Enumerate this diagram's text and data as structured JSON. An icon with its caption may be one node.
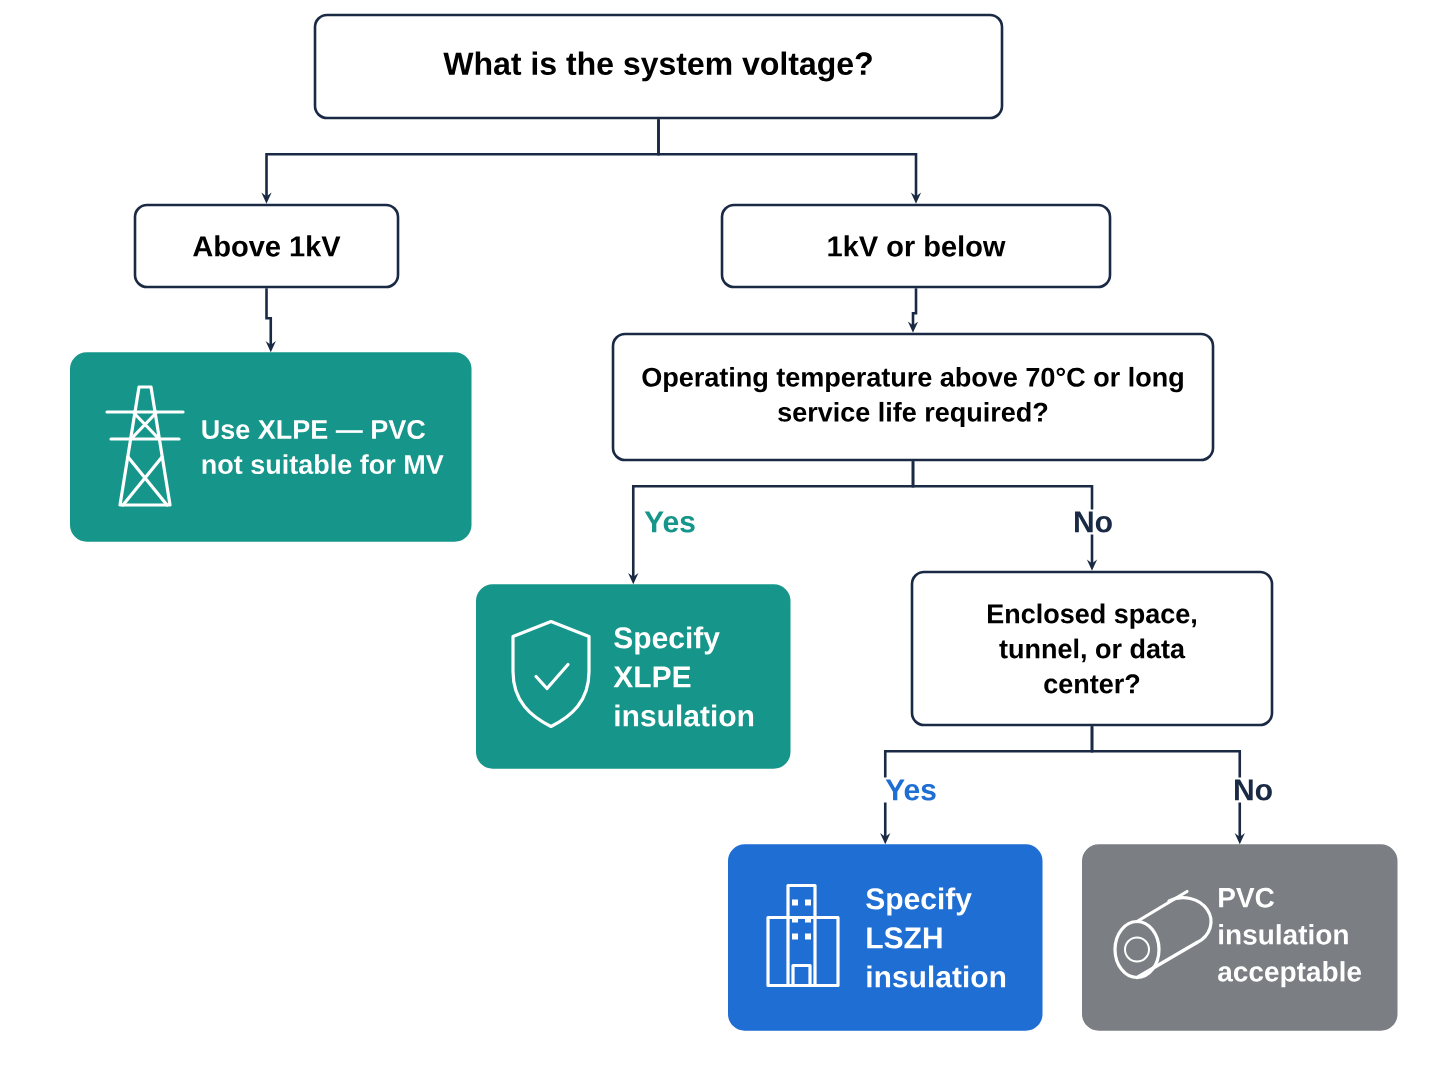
{
  "diagram": {
    "nodes": [
      {
        "text": [
          "What is the system voltage?"
        ]
      },
      {
        "text": [
          "Above 1kV"
        ]
      },
      {
        "text": [
          "1kV or below"
        ]
      },
      {
        "text": [
          "Use XLPE — PVC not suitable for MV"
        ]
      },
      {
        "text": [
          "Operating temperature above 70°C or long service life required?"
        ]
      },
      {
        "text": [
          "Specify XLPE insulation"
        ]
      },
      {
        "text": [
          "Enclosed space, tunnel, or data center?"
        ]
      },
      {
        "text": [
          "Specify LSZH insulation"
        ]
      },
      {
        "text": [
          "PVC insulation acceptable"
        ]
      }
    ],
    "edges": [
      {
        "from": 0,
        "to": 1,
        "arrow": "to"
      },
      {
        "from": 0,
        "to": 2,
        "arrow": "to"
      },
      {
        "from": 1,
        "to": 3,
        "arrow": "to"
      },
      {
        "from": 2,
        "to": 4,
        "arrow": "to"
      },
      {
        "from": 4,
        "to": 5,
        "arrow": "to",
        "label": "Yes"
      },
      {
        "from": 4,
        "to": 6,
        "arrow": "to",
        "label": "No"
      },
      {
        "from": 6,
        "to": 7,
        "arrow": "to",
        "label": "Yes"
      },
      {
        "from": 6,
        "to": 8,
        "arrow": "to",
        "label": "No"
      }
    ]
  }
}
